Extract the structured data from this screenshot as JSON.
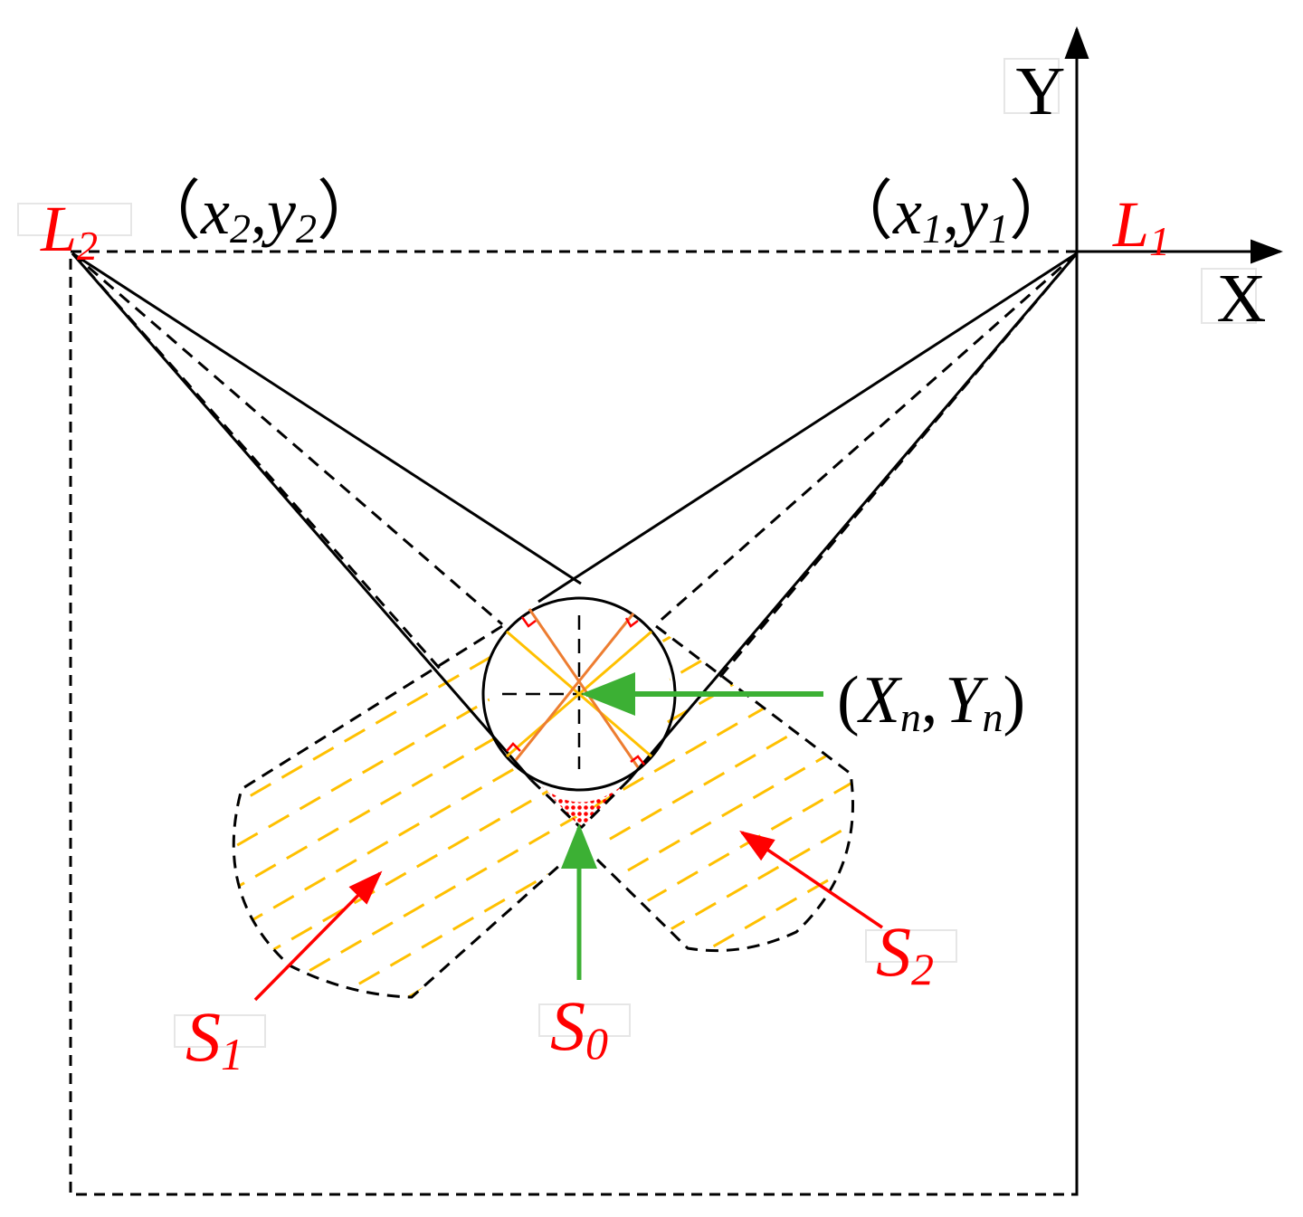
{
  "colors": {
    "black": "#000000",
    "red": "#ff0000",
    "green": "#3cb034",
    "gold": "#ffc000",
    "orange": "#ed7d31",
    "label_box": "#e6e6e6"
  },
  "axes": {
    "y_label": "Y",
    "x_label": "X"
  },
  "lidars": {
    "l2": {
      "symbol": "L",
      "sub": "2",
      "coord_open": "（",
      "var_x": "x",
      "sub_x": "2",
      "comma": ",",
      "var_y": "y",
      "sub_y": "2",
      "coord_close": "）"
    },
    "l1": {
      "symbol": "L",
      "sub": "1",
      "coord_open": "（",
      "var_x": "x",
      "sub_x": "1",
      "comma": ",",
      "var_y": "y",
      "sub_y": "1",
      "coord_close": "）"
    }
  },
  "center_point": {
    "open": "(",
    "var_x": "X",
    "sub_x": "n",
    "comma": ",",
    "var_y": "Y",
    "sub_y": "n",
    "close": ")"
  },
  "regions": {
    "s0": {
      "symbol": "S",
      "sub": "0"
    },
    "s1": {
      "symbol": "S",
      "sub": "1"
    },
    "s2": {
      "symbol": "S",
      "sub": "2"
    }
  }
}
